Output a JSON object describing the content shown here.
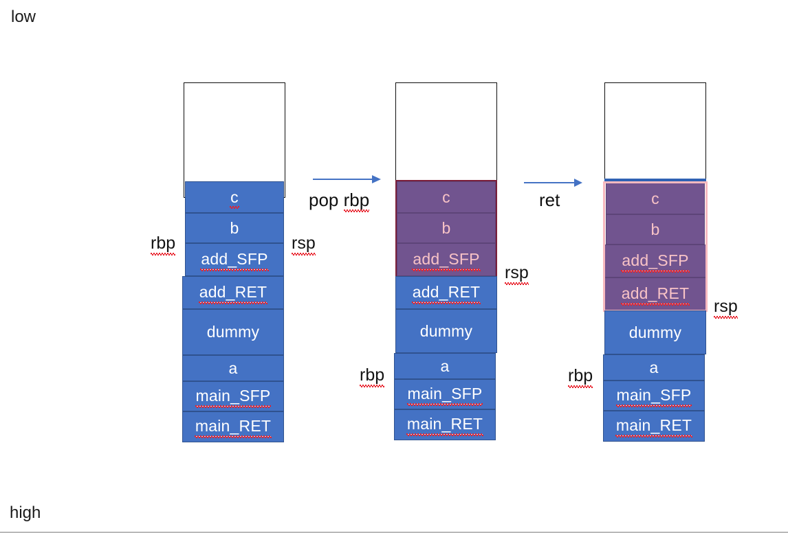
{
  "diagram": {
    "title_low": "low",
    "title_high": "high",
    "accent_blue": "#4472c4",
    "accent_purple": "#71548f",
    "accent_pink": "#f7b9bf",
    "arrow_color": "#4472c4"
  },
  "transitions": [
    {
      "label": "pop rbp",
      "icon": "arrow-right-icon"
    },
    {
      "label": "ret",
      "icon": "arrow-right-icon"
    }
  ],
  "stacks": [
    {
      "name": "stack-before",
      "cells": [
        {
          "label": "c",
          "state": "live",
          "underline": false,
          "squiggle": false
        },
        {
          "label": "b",
          "state": "live",
          "underline": false,
          "squiggle": false
        },
        {
          "label": "add_SFP",
          "state": "live",
          "underline": true,
          "squiggle": true
        },
        {
          "label": "add_RET",
          "state": "live",
          "underline": true,
          "squiggle": true
        },
        {
          "label": "dummy",
          "state": "live",
          "underline": false,
          "squiggle": false
        },
        {
          "label": "a",
          "state": "live",
          "underline": false,
          "squiggle": false
        },
        {
          "label": "main_SFP",
          "state": "live",
          "underline": true,
          "squiggle": true
        },
        {
          "label": "main_RET",
          "state": "live",
          "underline": true,
          "squiggle": true
        }
      ],
      "registers": [
        {
          "name": "rbp",
          "label": "rbp",
          "side": "left"
        },
        {
          "name": "rsp",
          "label": "rsp",
          "side": "right"
        }
      ]
    },
    {
      "name": "stack-after-pop-rbp",
      "cells": [
        {
          "label": "c",
          "state": "dead",
          "underline": false,
          "squiggle": false
        },
        {
          "label": "b",
          "state": "dead",
          "underline": false,
          "squiggle": false
        },
        {
          "label": "add_SFP",
          "state": "dead",
          "underline": true,
          "squiggle": true
        },
        {
          "label": "add_RET",
          "state": "live",
          "underline": true,
          "squiggle": true
        },
        {
          "label": "dummy",
          "state": "live",
          "underline": false,
          "squiggle": false
        },
        {
          "label": "a",
          "state": "live",
          "underline": false,
          "squiggle": false
        },
        {
          "label": "main_SFP",
          "state": "live",
          "underline": true,
          "squiggle": true
        },
        {
          "label": "main_RET",
          "state": "live",
          "underline": true,
          "squiggle": true
        }
      ],
      "registers": [
        {
          "name": "rbp",
          "label": "rbp",
          "side": "left"
        },
        {
          "name": "rsp",
          "label": "rsp",
          "side": "right"
        }
      ]
    },
    {
      "name": "stack-after-ret",
      "cells": [
        {
          "label": "c",
          "state": "dead",
          "underline": false,
          "squiggle": false
        },
        {
          "label": "b",
          "state": "dead",
          "underline": false,
          "squiggle": false
        },
        {
          "label": "add_SFP",
          "state": "dead",
          "underline": true,
          "squiggle": true
        },
        {
          "label": "add_RET",
          "state": "dead",
          "underline": true,
          "squiggle": true
        },
        {
          "label": "dummy",
          "state": "live",
          "underline": false,
          "squiggle": false
        },
        {
          "label": "a",
          "state": "live",
          "underline": false,
          "squiggle": false
        },
        {
          "label": "main_SFP",
          "state": "live",
          "underline": true,
          "squiggle": true
        },
        {
          "label": "main_RET",
          "state": "live",
          "underline": true,
          "squiggle": true
        }
      ],
      "registers": [
        {
          "name": "rbp",
          "label": "rbp",
          "side": "left"
        },
        {
          "name": "rsp",
          "label": "rsp",
          "side": "right"
        }
      ]
    }
  ]
}
